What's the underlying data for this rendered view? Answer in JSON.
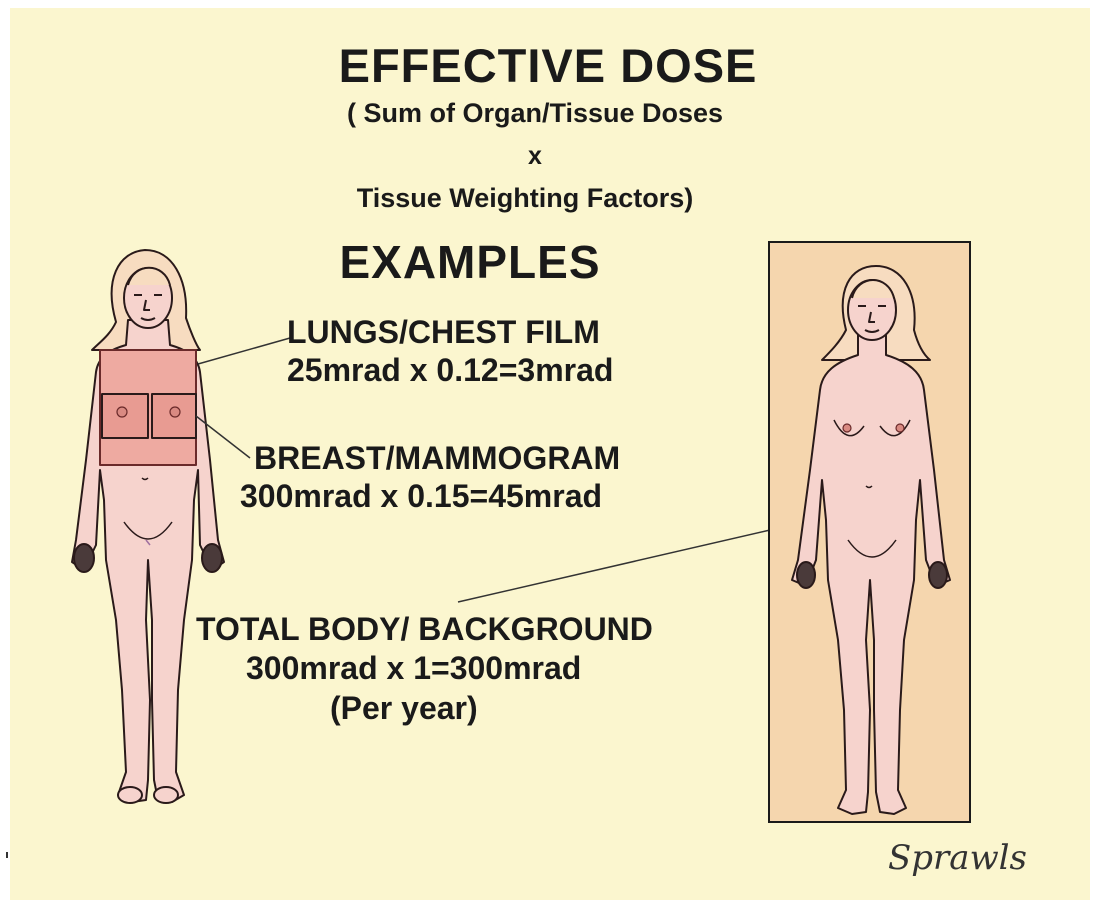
{
  "heading": {
    "title": "EFFECTIVE DOSE",
    "subtitle_line1": "( Sum of Organ/Tissue Doses",
    "subtitle_line2": "x",
    "subtitle_line3": "Tissue  Weighting Factors)"
  },
  "examples_heading": "EXAMPLES",
  "examples": {
    "lungs": {
      "title": "LUNGS/CHEST FILM",
      "calc": "25mrad x 0.12=3mrad"
    },
    "breast": {
      "title": "BREAST/MAMMOGRAM",
      "calc": "300mrad x 0.15=45mrad"
    },
    "total": {
      "title": "TOTAL BODY/ BACKGROUND",
      "calc": "300mrad x 1=300mrad",
      "note": "(Per year)"
    }
  },
  "signature": "Sprawls",
  "colors": {
    "background": "#fbf6cf",
    "skin": "#f6d3cd",
    "highlight": "#eeaaa1",
    "body_box": "#f5d6ae",
    "hair": "#f7dcc0",
    "outline": "#2a1a1a"
  }
}
